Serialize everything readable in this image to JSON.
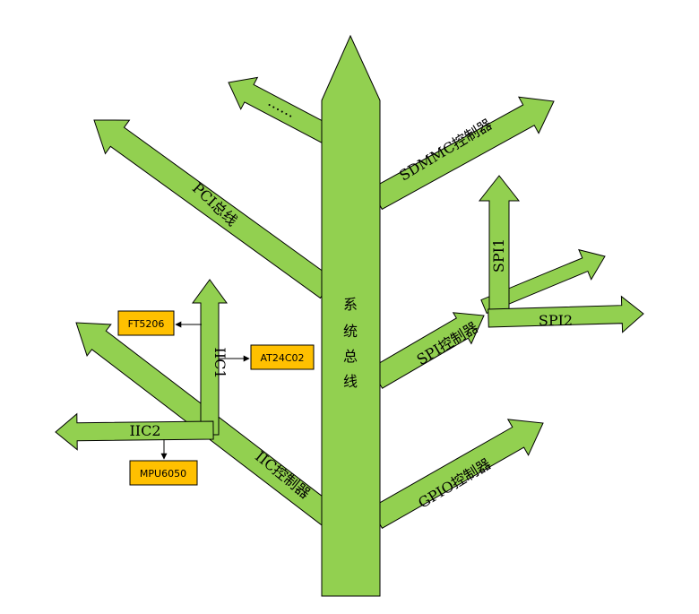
{
  "colors": {
    "arrow_fill": "#92d050",
    "box_fill": "#ffc000",
    "stroke": "#000000"
  },
  "trunk": {
    "label": "系统总线"
  },
  "branches": {
    "ellipsis": "……",
    "pci": "PCI总线",
    "sdmmc": "SDMMC控制器",
    "spi": "SPI控制器",
    "spi1": "SPI1",
    "spi2": "SPI2",
    "gpio": "GPIO控制器",
    "iic": "IIC控制器",
    "iic1": "IIC1",
    "iic2": "IIC2"
  },
  "devices": {
    "ft5206": "FT5206",
    "at24c02": "AT24C02",
    "mpu6050": "MPU6050"
  }
}
